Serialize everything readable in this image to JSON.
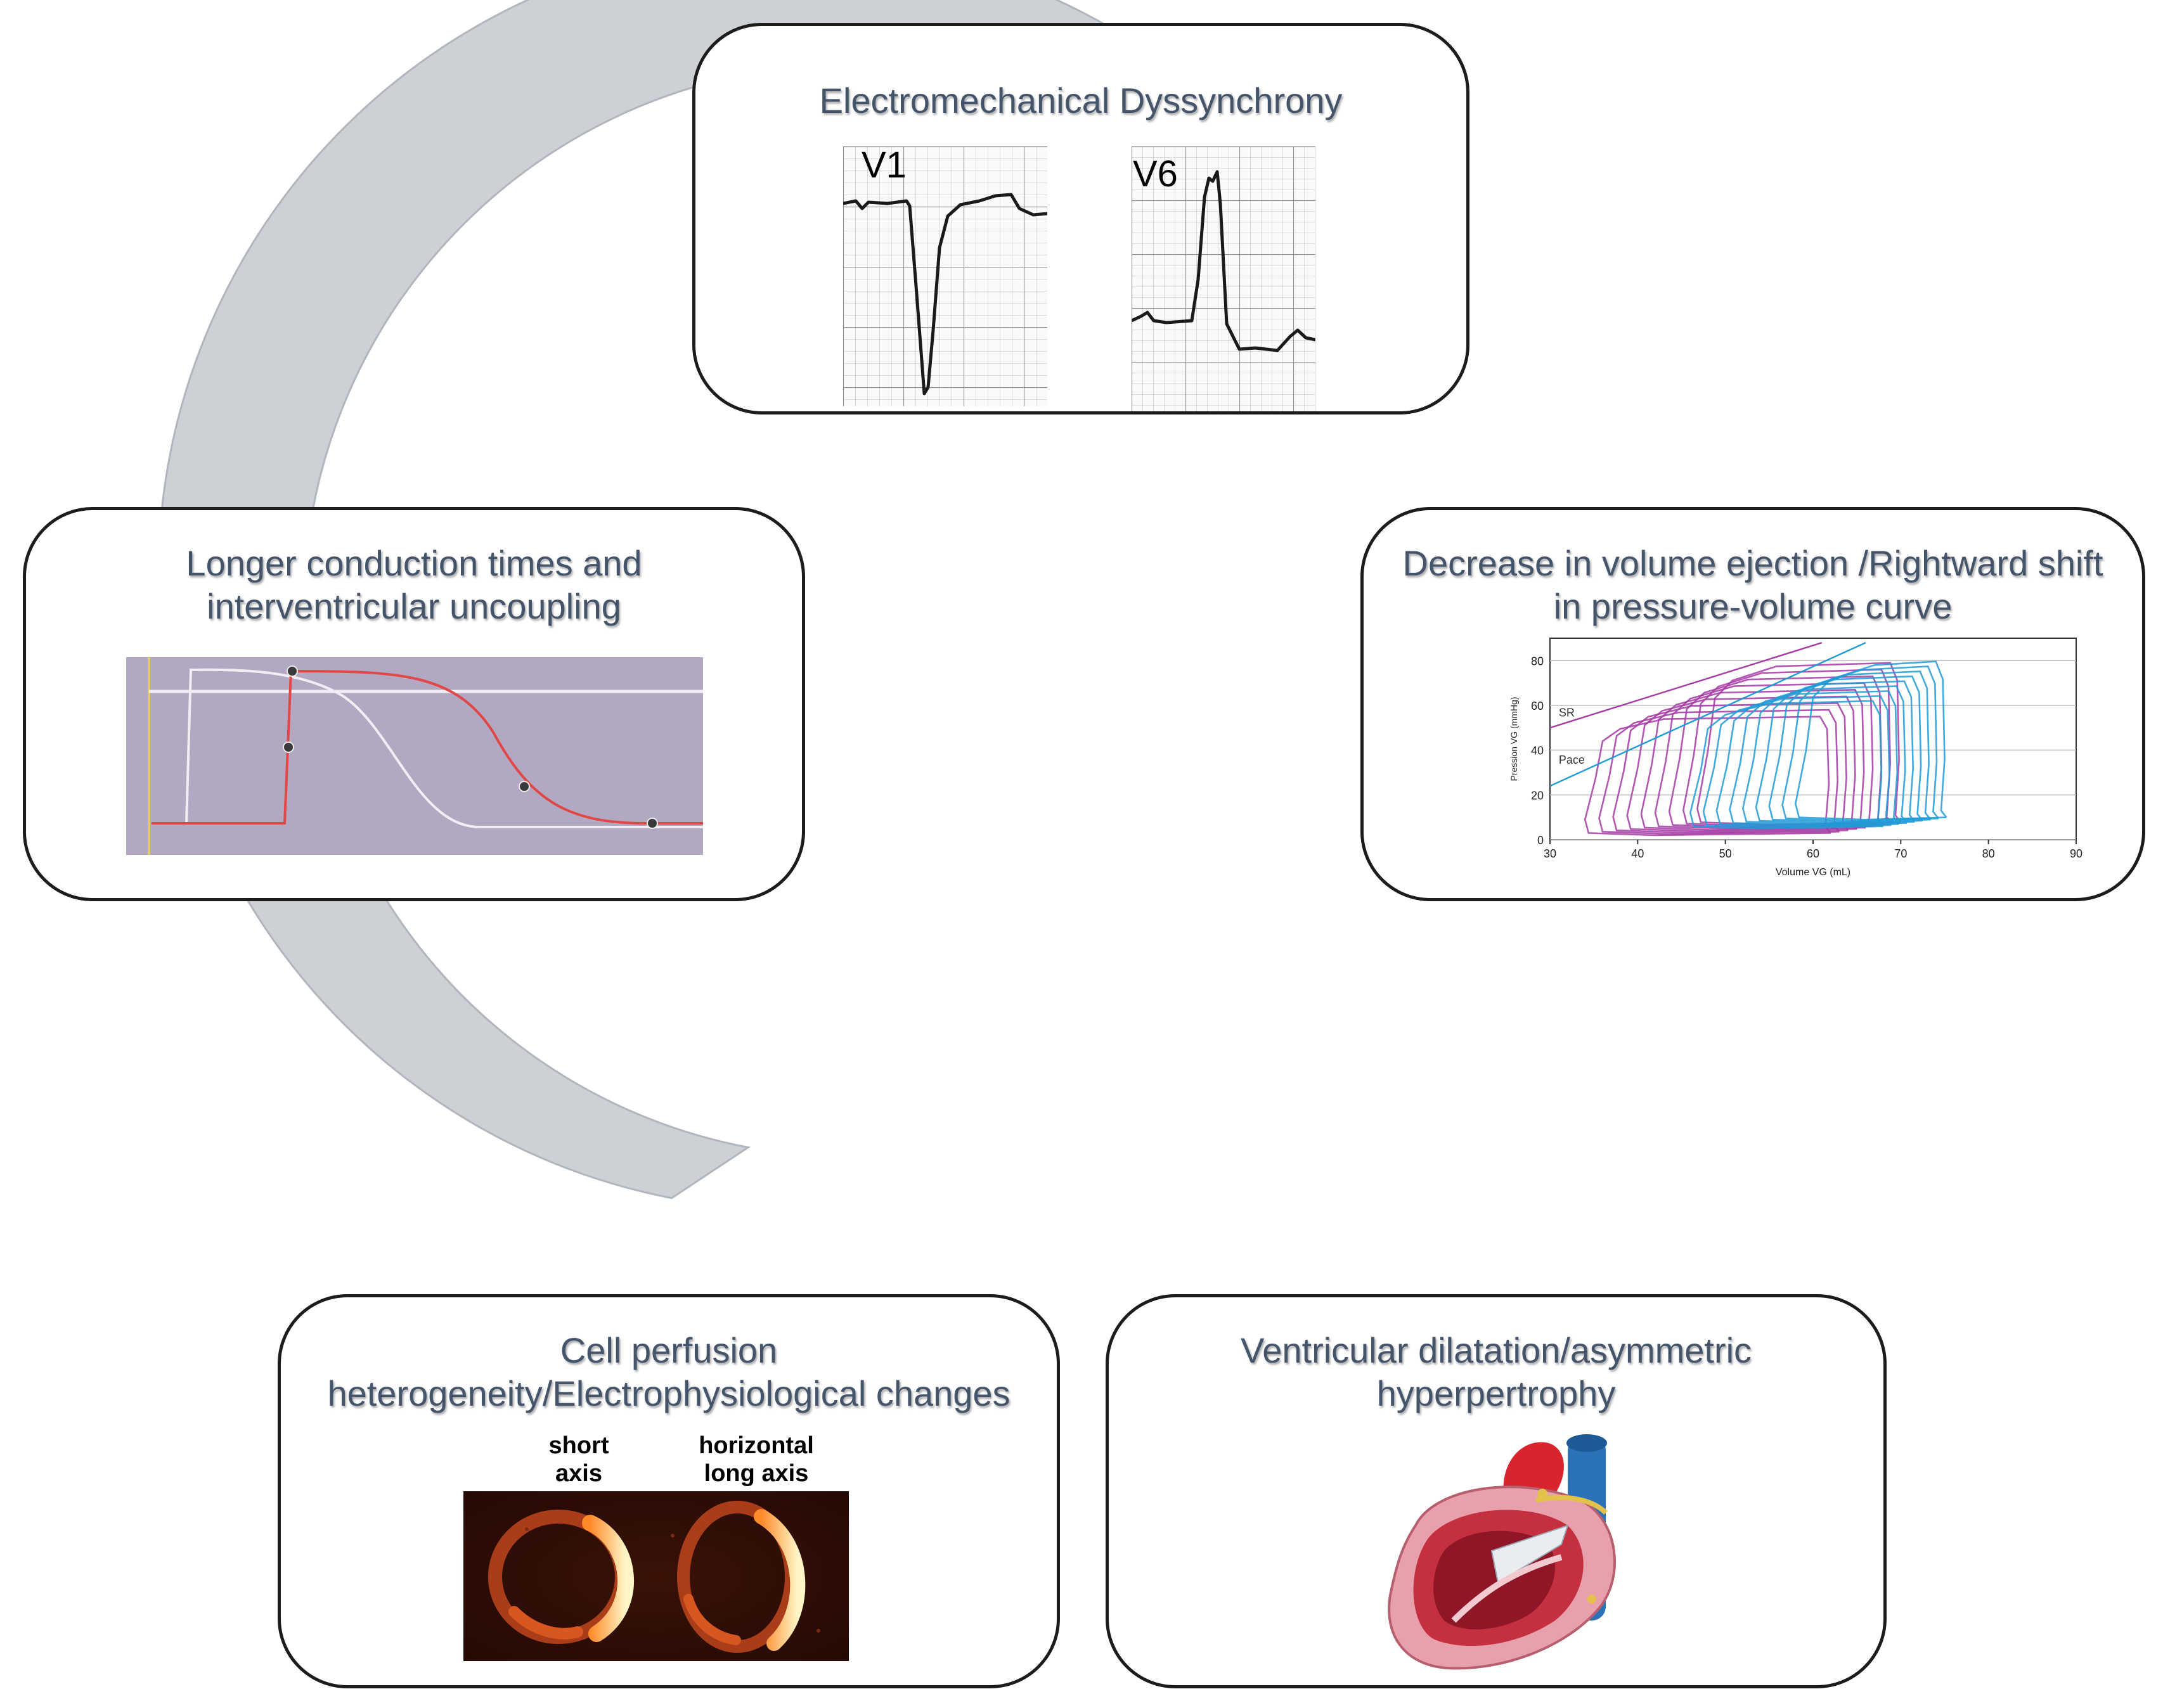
{
  "colors": {
    "ring": "#cdd1d6",
    "ring_edge": "#b0b6bd",
    "border": "#1c1c1c",
    "title": "#44546a",
    "loop_sr": "#a53aa5",
    "loop_pace": "#1e9bd6",
    "ap_curve": "#e04848"
  },
  "boxes": {
    "top": {
      "title": "Electromechanical Dyssynchrony",
      "lead_v1": "V1",
      "lead_v6": "V6"
    },
    "right": {
      "title_1": "Decrease in volume ejection /Rightward shift",
      "title_2": "in pressure-volume curve",
      "pv": {
        "sr_label": "SR",
        "pace_label": "Pace",
        "ylabel": "Pression VG (mmHg)",
        "xlabel": "Volume VG (mL)",
        "xticks": [
          "30",
          "40",
          "50",
          "60",
          "70",
          "80",
          "90"
        ],
        "yticks": [
          "0",
          "20",
          "40",
          "60",
          "80"
        ]
      }
    },
    "bottom_right": {
      "title_1": "Ventricular dilatation/asymmetric",
      "title_2": "hyperpertrophy"
    },
    "bottom_left": {
      "title_1": "Cell perfusion",
      "title_2": "heterogeneity/Electrophysiological changes",
      "label_short_1": "short",
      "label_short_2": "axis",
      "label_long_1": "horizontal",
      "label_long_2": "long axis"
    },
    "left": {
      "title_1": "Longer conduction times and",
      "title_2": "interventricular uncoupling"
    }
  }
}
